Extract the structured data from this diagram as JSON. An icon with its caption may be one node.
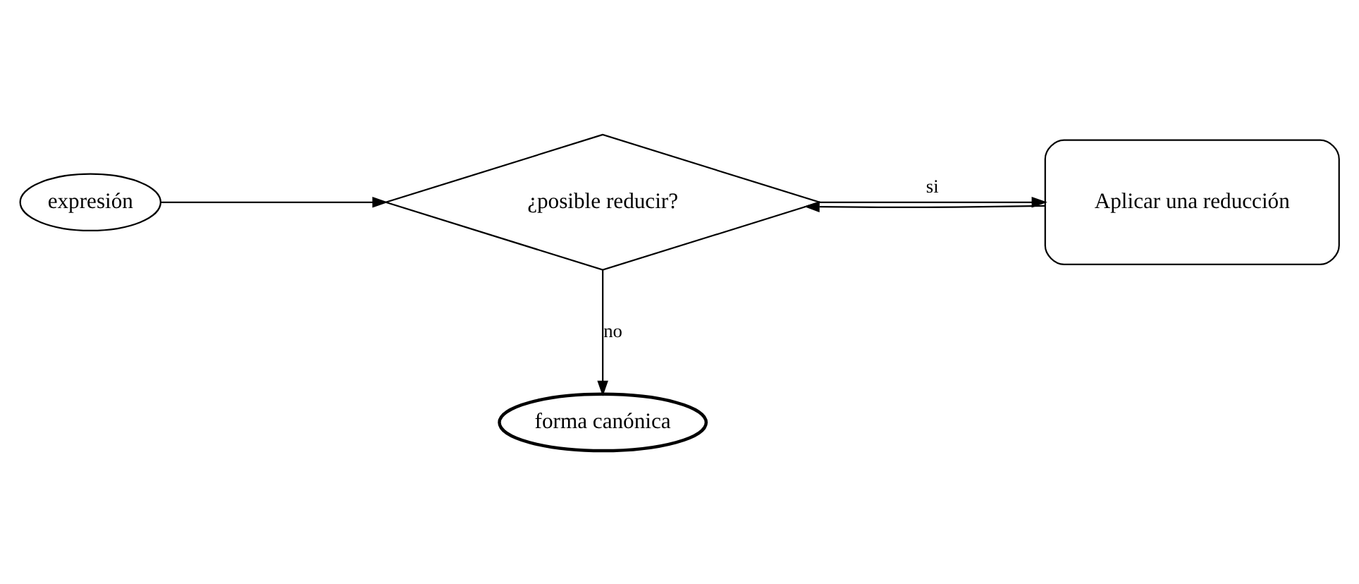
{
  "diagram": {
    "nodes": [
      {
        "text": [
          "expresión"
        ]
      },
      {
        "text": [
          "¿posible reducir?"
        ]
      },
      {
        "text": [
          "Aplicar una reducción"
        ]
      },
      {
        "text": [
          "forma canónica"
        ]
      }
    ],
    "edges": [
      {
        "from": 0,
        "to": 1,
        "arrow": "to"
      },
      {
        "from": 1,
        "to": 2,
        "arrow": "to",
        "label": "si"
      },
      {
        "from": 2,
        "to": 1,
        "arrow": "to"
      },
      {
        "from": 1,
        "to": 3,
        "arrow": "to",
        "label": "no"
      }
    ]
  }
}
